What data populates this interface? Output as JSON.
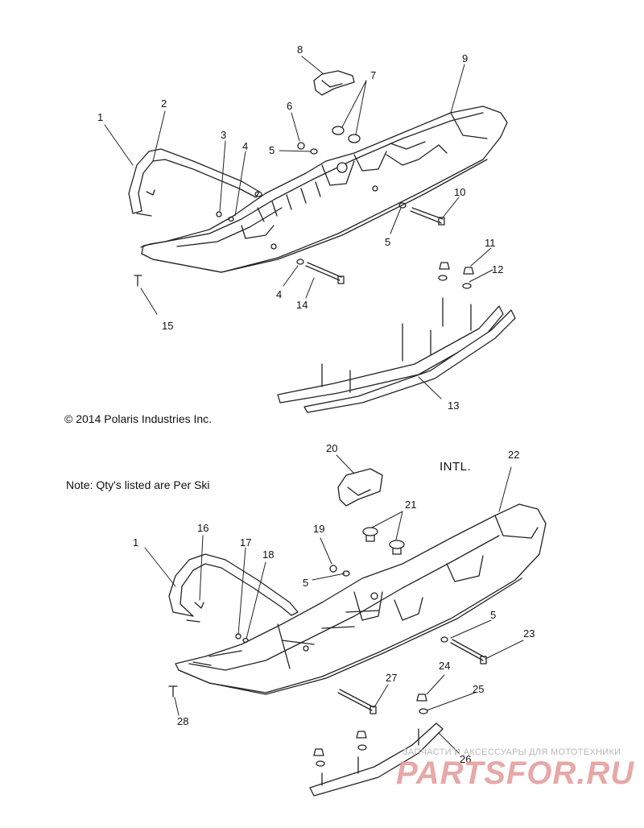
{
  "copyright": "© 2014 Polaris Industries Inc.",
  "note": "Note: Qty's listed are Per Ski",
  "variant_label": "INTL.",
  "watermark": {
    "caption": "ЗАПЧАСТИ И АКСЕССУАРЫ ДЛЯ МОТОТЕХНИКИ",
    "brand": "PARTSFOR.RU"
  },
  "callouts": [
    "1",
    "2",
    "3",
    "4",
    "5",
    "6",
    "7",
    "8",
    "9",
    "10",
    "11",
    "12",
    "4",
    "14",
    "15",
    "5",
    "13",
    "20",
    "22",
    "21",
    "1",
    "16",
    "17",
    "18",
    "19",
    "5",
    "5",
    "23",
    "27",
    "24",
    "25",
    "28",
    "26"
  ]
}
